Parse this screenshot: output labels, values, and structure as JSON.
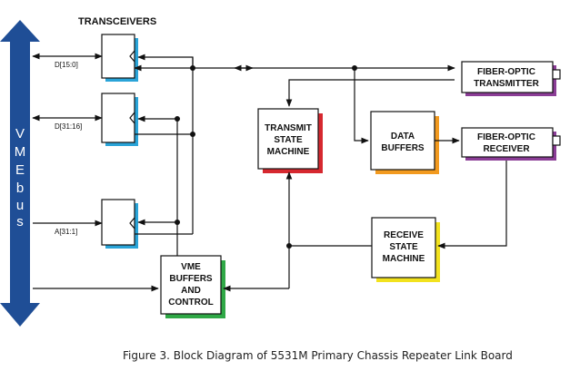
{
  "colors": {
    "vme_bus": "#1f4e96",
    "transceiver_shadow": "#2aa4d8",
    "transmit_state_shadow": "#d6282f",
    "data_buffers_shadow": "#f29a1f",
    "fiber_optic_shadow": "#8b3d96",
    "receive_state_shadow": "#f2e21e",
    "vme_buffers_shadow": "#2fa846"
  },
  "vme_bus": {
    "letters": [
      "V",
      "M",
      "E",
      "b",
      "u",
      "s"
    ]
  },
  "transceivers": {
    "heading": "TRANSCEIVERS"
  },
  "signals": {
    "d15_0": "D[15:0]",
    "d31_16": "D[31:16]",
    "a31_1": "A[31:1]"
  },
  "blocks": {
    "transmit_state": [
      "TRANSMIT",
      "STATE",
      "MACHINE"
    ],
    "data_buffers": [
      "DATA",
      "BUFFERS"
    ],
    "fiber_tx": [
      "FIBER-OPTIC",
      "TRANSMITTER"
    ],
    "fiber_rx": [
      "FIBER-OPTIC",
      "RECEIVER"
    ],
    "receive_state": [
      "RECEIVE",
      "STATE",
      "MACHINE"
    ],
    "vme_buffers": [
      "VME",
      "BUFFERS",
      "AND",
      "CONTROL"
    ]
  },
  "caption": "Figure 3. Block Diagram of 5531M Primary Chassis Repeater Link Board"
}
